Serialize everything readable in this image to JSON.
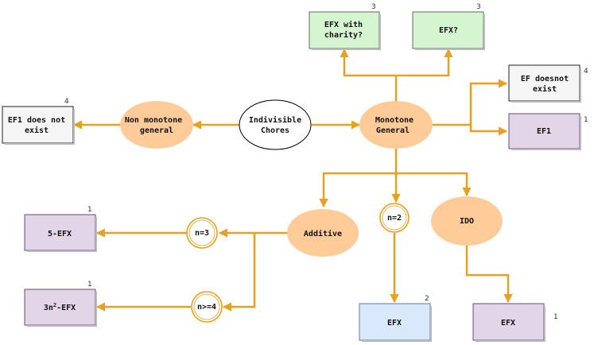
{
  "colors": {
    "edge": "#E8A020",
    "orange_node": "#FFCC99",
    "green_box": "#D5F5D0",
    "purple_box": "#E1D5E7",
    "blue_box": "#DAE8FC",
    "gray_box": "#F5F5F5",
    "white": "#FFFFFF"
  },
  "nodes": {
    "center": {
      "line1": "Indivisible",
      "line2": "Chores"
    },
    "non_monotone": {
      "line1": "Non monotone",
      "line2": "general"
    },
    "monotone": {
      "line1": "Monotone",
      "line2": "General"
    },
    "ef1_not_exist": {
      "line1": "EF1 does not",
      "line2": "exist",
      "ref": "4"
    },
    "efx_charity": {
      "line1": "EFX with",
      "line2": "charity?",
      "ref": "3"
    },
    "efx_q": {
      "label": "EFX?",
      "ref": "3"
    },
    "ef_not_exist": {
      "line1": "EF doesnot",
      "line2": "exist",
      "ref": "4"
    },
    "ef1": {
      "label": "EF1",
      "ref": "1"
    },
    "additive": {
      "label": "Additive"
    },
    "n2": {
      "label": "n=2"
    },
    "ido": {
      "label": "IDO"
    },
    "n3": {
      "label": "n=3"
    },
    "n4": {
      "label": "n>=4"
    },
    "efx5": {
      "label": "5-EFX",
      "ref": "1"
    },
    "efx3n": {
      "pre": "3n",
      "sup": "2",
      "post": "-EFX",
      "ref": "1"
    },
    "efx_n2": {
      "label": "EFX",
      "ref": "2"
    },
    "efx_ido": {
      "label": "EFX",
      "ref": "1"
    }
  }
}
